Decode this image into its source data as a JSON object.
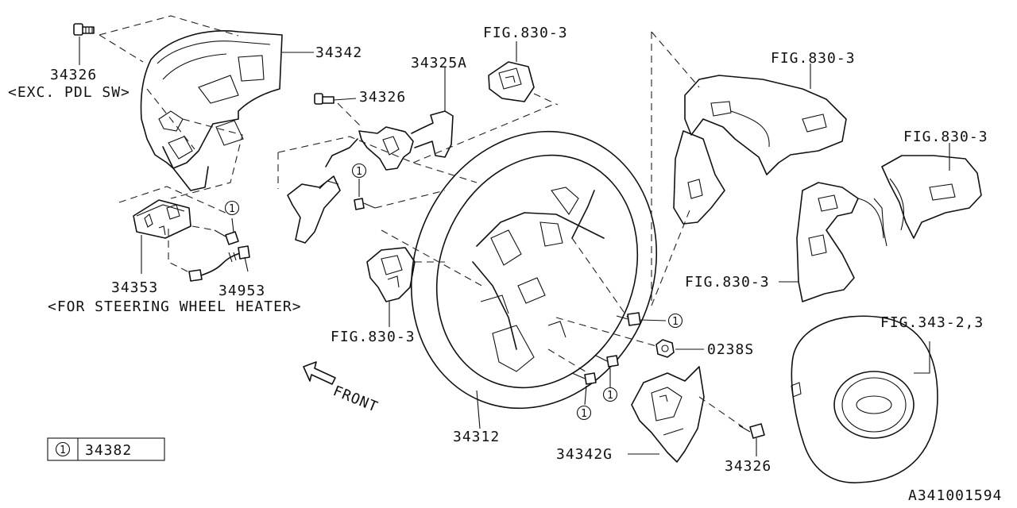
{
  "labels": {
    "p34342": "34342",
    "p34326_top": "34326",
    "exc_pdl_sw": "<EXC. PDL SW>",
    "p34325A": "34325A",
    "p34326_mid": "34326",
    "fig830_top": "FIG.830-3",
    "fig830_right1": "FIG.830-3",
    "fig830_right2": "FIG.830-3",
    "fig830_right3": "FIG.830-3",
    "fig830_left": "FIG.830-3",
    "fig343": "FIG.343-2,3",
    "p34353": "34353",
    "p34953": "34953",
    "for_heater": "<FOR STEERING WHEEL HEATER>",
    "p02385": "0238S",
    "front": "FRONT",
    "p34312": "34312",
    "p34342G": "34342G",
    "p34326_bot": "34326",
    "ref_code": "A341001594"
  },
  "callout": "1",
  "legend": {
    "callout": "1",
    "part": "34382"
  }
}
